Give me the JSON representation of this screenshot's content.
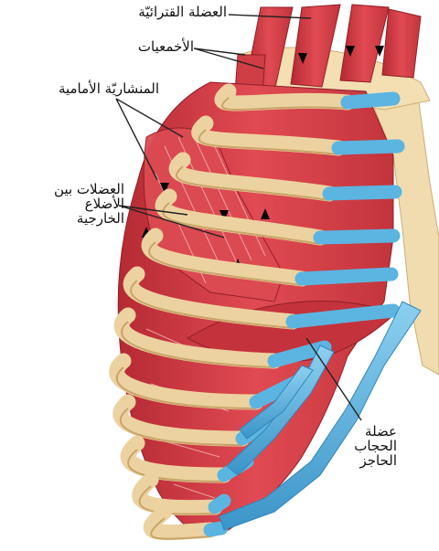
{
  "labels": {
    "scalene": "العضلة القترائيّة",
    "intercartilaginous": "الأخمعيات",
    "serratus_anterior": "المنشاريّة الأمامية",
    "external_intercostals": [
      "العضلات بين",
      "الأضلاع",
      "الخارجية"
    ],
    "diaphragm": [
      "عضلة",
      "الحجاب",
      "الحاجز"
    ]
  },
  "colors": {
    "muscle": "#d9434b",
    "muscle_dark": "#a62630",
    "muscle_light": "#f1a3a3",
    "rib_bone": "#ecd2a0",
    "rib_bone_dark": "#c9a469",
    "cartilage": "#5bb5e0",
    "cartilage_dark": "#2f86bd",
    "sternum": "#f0dcae"
  }
}
